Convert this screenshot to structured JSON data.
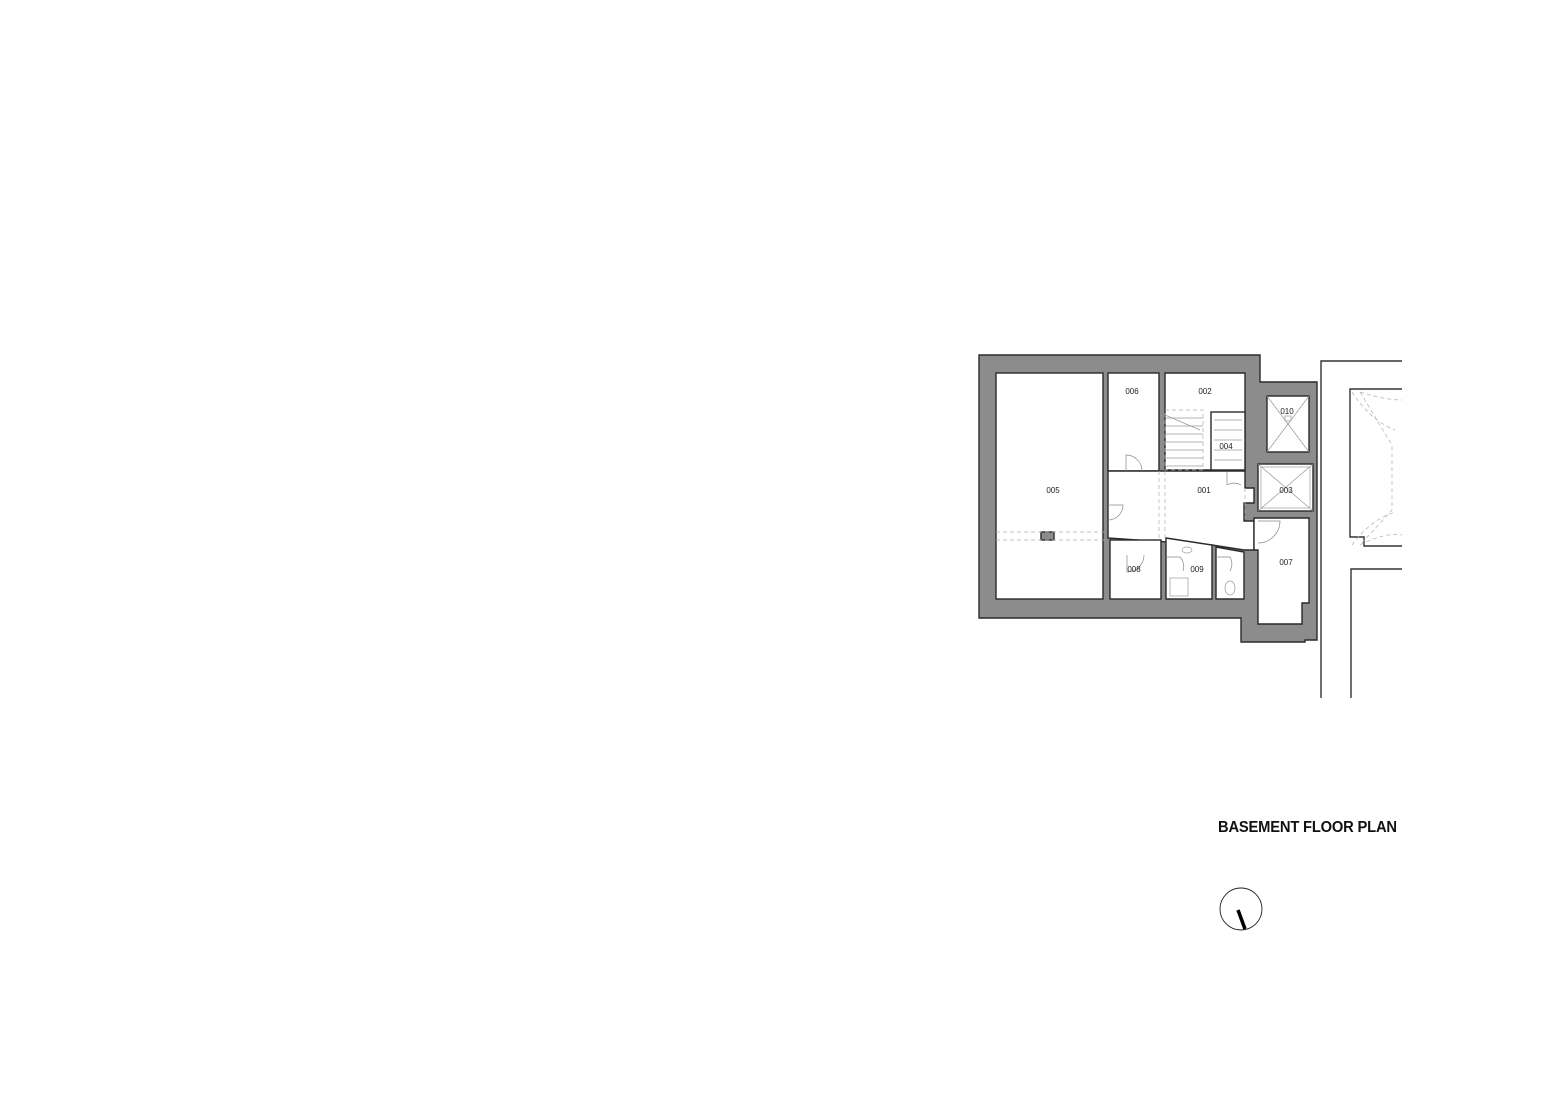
{
  "drawing": {
    "title": "BASEMENT FLOOR PLAN",
    "north_arrow": "north-arrow-icon"
  },
  "rooms": {
    "r001": "001",
    "r002": "002",
    "r003": "003",
    "r004": "004",
    "r005": "005",
    "r006": "006",
    "r007": "007",
    "r008": "008",
    "r009": "009",
    "r010": "010"
  },
  "colors": {
    "wall_fill": "#8c8c8c",
    "wall_outline": "#2a2a2a",
    "background": "#ffffff"
  }
}
